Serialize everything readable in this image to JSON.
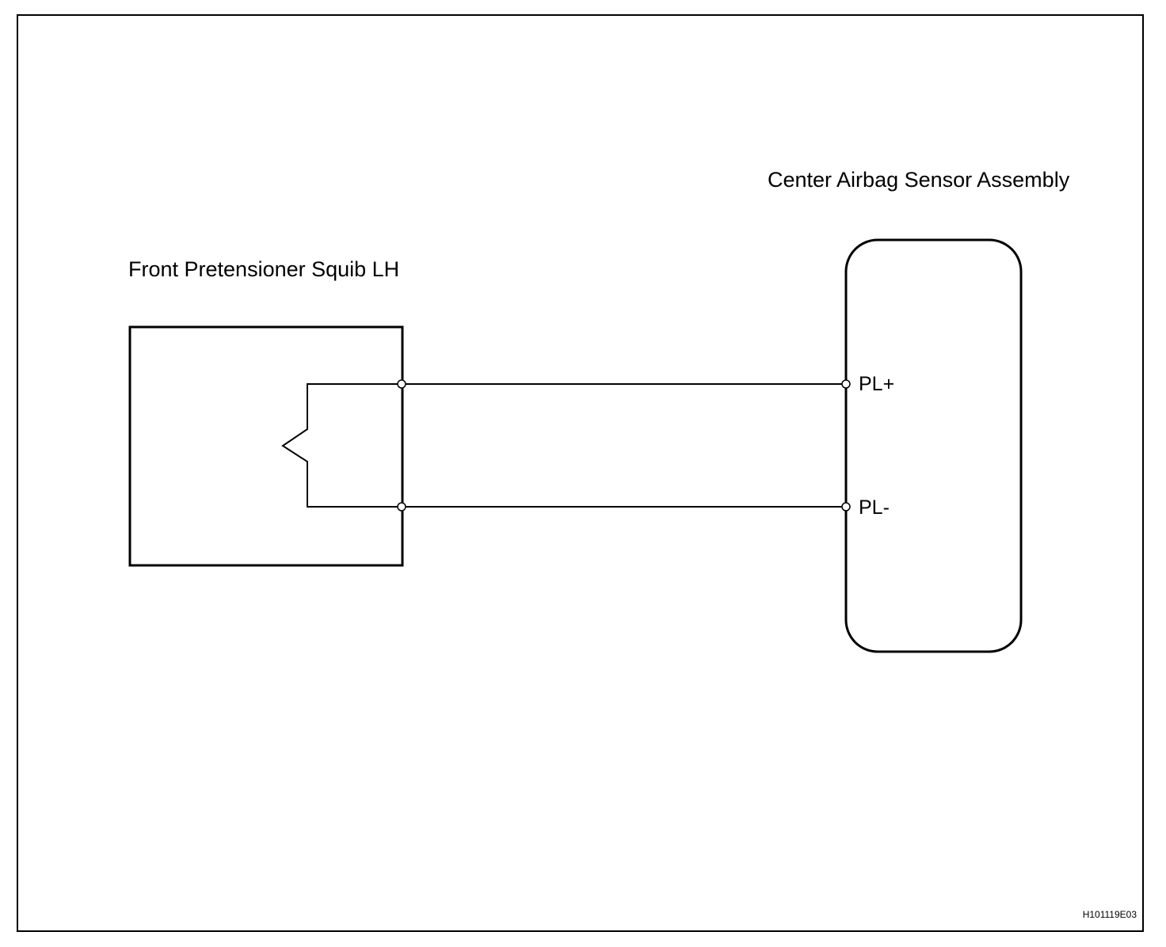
{
  "components": {
    "squib": {
      "label": "Front Pretensioner Squib LH"
    },
    "sensor": {
      "label": "Center Airbag Sensor Assembly"
    }
  },
  "pins": {
    "positive": "PL+",
    "negative": "PL-"
  },
  "figure_id": "H101119E03",
  "colors": {
    "line": "#000000",
    "background": "#ffffff"
  }
}
